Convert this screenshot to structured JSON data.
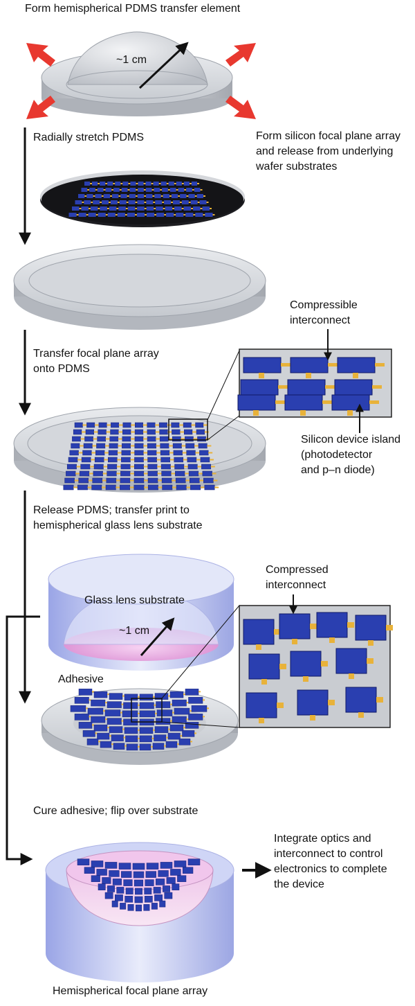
{
  "labels": {
    "step1_title": "Form hemispherical PDMS transfer element",
    "dim_1cm_top": "~1 cm",
    "step2_stretch": "Radially stretch PDMS",
    "form_array_l1": "Form silicon focal plane array",
    "form_array_l2": "and release from underlying",
    "form_array_l3": "wafer substrates",
    "transfer_l1": "Transfer focal plane array",
    "transfer_l2": "onto PDMS",
    "compressible_l1": "Compressible",
    "compressible_l2": "interconnect",
    "island_l1": "Silicon device island",
    "island_l2": "(photodetector",
    "island_l3": "and p–n diode)",
    "release_l1": "Release PDMS; transfer print to",
    "release_l2": "hemispherical glass lens substrate",
    "compressed_l1": "Compressed",
    "compressed_l2": "interconnect",
    "glass_lens": "Glass lens substrate",
    "dim_1cm_lens": "~1 cm",
    "adhesive": "Adhesive",
    "cure": "Cure adhesive; flip over substrate",
    "integrate_l1": "Integrate optics and",
    "integrate_l2": "interconnect to control",
    "integrate_l3": "electronics to complete",
    "integrate_l4": "the device",
    "final": "Hemispherical focal plane array"
  },
  "colors": {
    "arrow_red": "#e8382f",
    "silicon_blue": "#2a3fb0",
    "interconnect_gold": "#e8b23a",
    "pdms_gray": "#c8ccd2",
    "glass_lavender": "#b7bff0",
    "adhesive_pink": "#e7a6e0"
  }
}
